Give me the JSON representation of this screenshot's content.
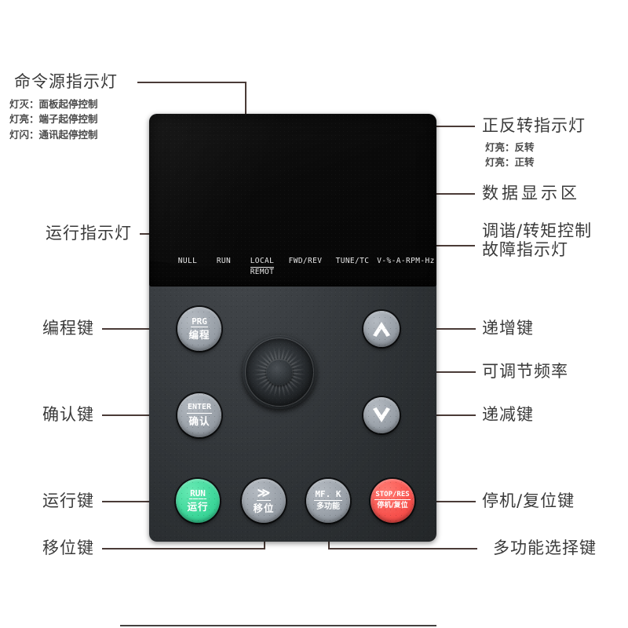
{
  "device": {
    "name": "inverter-keypad-panel",
    "display": {
      "name": "data-display-area",
      "indicators": [
        {
          "id": "null",
          "label": "NULL",
          "underline": false
        },
        {
          "id": "run",
          "label": "RUN",
          "underline": false
        },
        {
          "id": "local-remot",
          "label": "LOCAL",
          "label2": "REMOT",
          "underline": true
        },
        {
          "id": "fwd-rev",
          "label": "FWD/REV",
          "underline": false
        },
        {
          "id": "tune-tc",
          "label": "TUNE/TC",
          "underline": false
        },
        {
          "id": "units",
          "label": "V-%-A-RPM-Hz",
          "underline": false
        }
      ]
    },
    "keys": [
      {
        "id": "prg",
        "en": "PRG",
        "cn": "编程",
        "color": "grey"
      },
      {
        "id": "up",
        "en": "",
        "cn": "",
        "color": "grey",
        "glyph": "arrow-up"
      },
      {
        "id": "enter",
        "en": "ENTER",
        "cn": "确认",
        "color": "grey"
      },
      {
        "id": "down",
        "en": "",
        "cn": "",
        "color": "grey",
        "glyph": "arrow-down"
      },
      {
        "id": "run",
        "en": "RUN",
        "cn": "运行",
        "color": "green"
      },
      {
        "id": "shift",
        "en": "≫",
        "cn": "移位",
        "color": "grey"
      },
      {
        "id": "mfk",
        "en": "MF. K",
        "cn": "多功能",
        "color": "grey"
      },
      {
        "id": "stop",
        "en": "STOP/RES",
        "cn": "停机/复位",
        "color": "red"
      }
    ],
    "knob": {
      "name": "frequency-adjust-knob"
    }
  },
  "annotations": {
    "left": [
      {
        "id": "command-source-indicator",
        "title": "命令源指示灯",
        "subs": [
          "灯灭：面板起停控制",
          "灯亮：端子起停控制",
          "灯闪：通讯起停控制"
        ]
      },
      {
        "id": "run-indicator",
        "title": "运行指示灯",
        "subs": []
      },
      {
        "id": "program-key",
        "title": "编程键",
        "subs": []
      },
      {
        "id": "confirm-key",
        "title": "确认键",
        "subs": []
      },
      {
        "id": "run-key",
        "title": "运行键",
        "subs": []
      },
      {
        "id": "shift-key",
        "title": "移位键",
        "subs": []
      }
    ],
    "right": [
      {
        "id": "fwd-rev-indicator",
        "title": "正反转指示灯",
        "subs": [
          "灯亮：反转",
          "灯亮：正转"
        ]
      },
      {
        "id": "data-display-area",
        "title": "数据显示区",
        "subs": []
      },
      {
        "id": "tune-torque-fault-indicator",
        "title": "调谐/转矩控制",
        "title2": "故障指示灯",
        "subs": []
      },
      {
        "id": "increment-key",
        "title": "递增键",
        "subs": []
      },
      {
        "id": "adjustable-frequency",
        "title": "可调节频率",
        "subs": []
      },
      {
        "id": "decrement-key",
        "title": "递减键",
        "subs": []
      },
      {
        "id": "stop-reset-key",
        "title": "停机/复位键",
        "subs": []
      },
      {
        "id": "multifunction-select-key",
        "title": "多功能选择键",
        "subs": []
      }
    ]
  },
  "colors": {
    "run_green": "#3fd89b",
    "stop_red": "#f8544f",
    "key_grey": "#9aa1a9",
    "panel_dark": "#2c3033",
    "display_black": "#0a0a0a",
    "leader_line": "#4a3b37",
    "text": "#3a3a3a"
  }
}
